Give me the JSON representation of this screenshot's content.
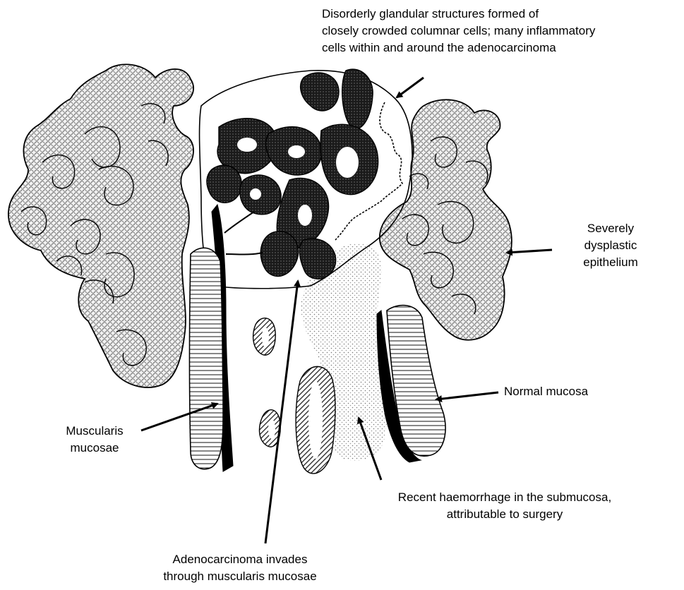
{
  "labels": {
    "glands": [
      "Disorderly glandular structures formed of",
      "closely crowded columnar cells; many inflammatory",
      "cells within and around the adenocarcinoma"
    ],
    "dysplastic": [
      "Severely",
      "dysplastic",
      "epithelium"
    ],
    "normal_mucosa": [
      "Normal mucosa"
    ],
    "muscularis": [
      "Muscularis",
      "mucosae"
    ],
    "haemorrhage": [
      "Recent haemorrhage in the submucosa,",
      "attributable to surgery"
    ],
    "adenocarcinoma": [
      "Adenocarcinoma invades",
      "through muscularis mucosae"
    ]
  }
}
